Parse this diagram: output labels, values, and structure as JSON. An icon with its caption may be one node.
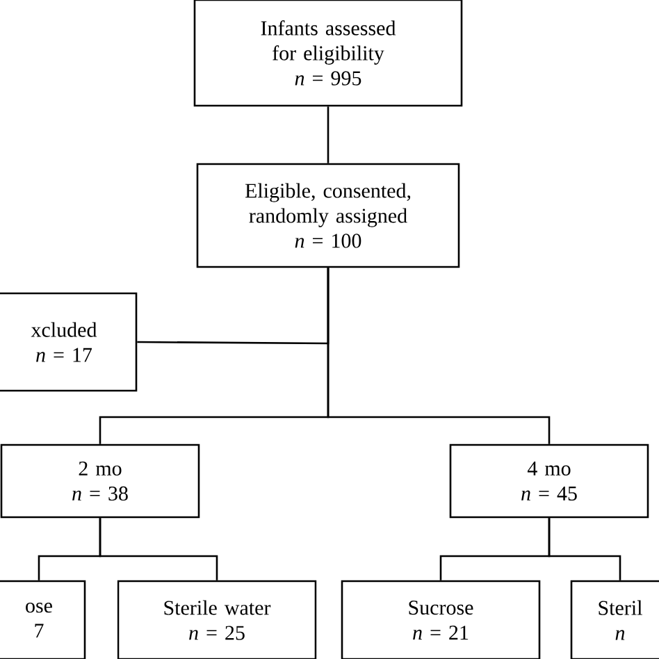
{
  "diagram": {
    "nodes": [
      {
        "text": [
          "Infants assessed for eligibility",
          "*n* = 995"
        ]
      },
      {
        "text": [
          "Eligible, consented, randomly assigned",
          "*n* = 100"
        ]
      },
      {
        "text": [
          "xcluded",
          "*n* = 17"
        ]
      },
      {
        "text": [
          "2 mo",
          "*n* = 38"
        ]
      },
      {
        "text": [
          "4 mo",
          "*n* = 45"
        ]
      },
      {
        "text": [
          "ose",
          "7"
        ]
      },
      {
        "text": [
          "Sterile water",
          "*n* = 25"
        ]
      },
      {
        "text": [
          "Sucrose",
          "*n* = 21"
        ]
      },
      {
        "text": [
          "Steril",
          "*n*"
        ]
      }
    ],
    "edges": [
      {
        "from": 0,
        "to": 1,
        "arrow": "none"
      },
      {
        "from": 1,
        "to": 2,
        "arrow": "none"
      },
      {
        "from": 1,
        "to": 3,
        "arrow": "none"
      },
      {
        "from": 1,
        "to": 4,
        "arrow": "none"
      },
      {
        "from": 3,
        "to": 5,
        "arrow": "none"
      },
      {
        "from": 3,
        "to": 6,
        "arrow": "none"
      },
      {
        "from": 4,
        "to": 7,
        "arrow": "none"
      },
      {
        "from": 4,
        "to": 8,
        "arrow": "none"
      }
    ]
  }
}
